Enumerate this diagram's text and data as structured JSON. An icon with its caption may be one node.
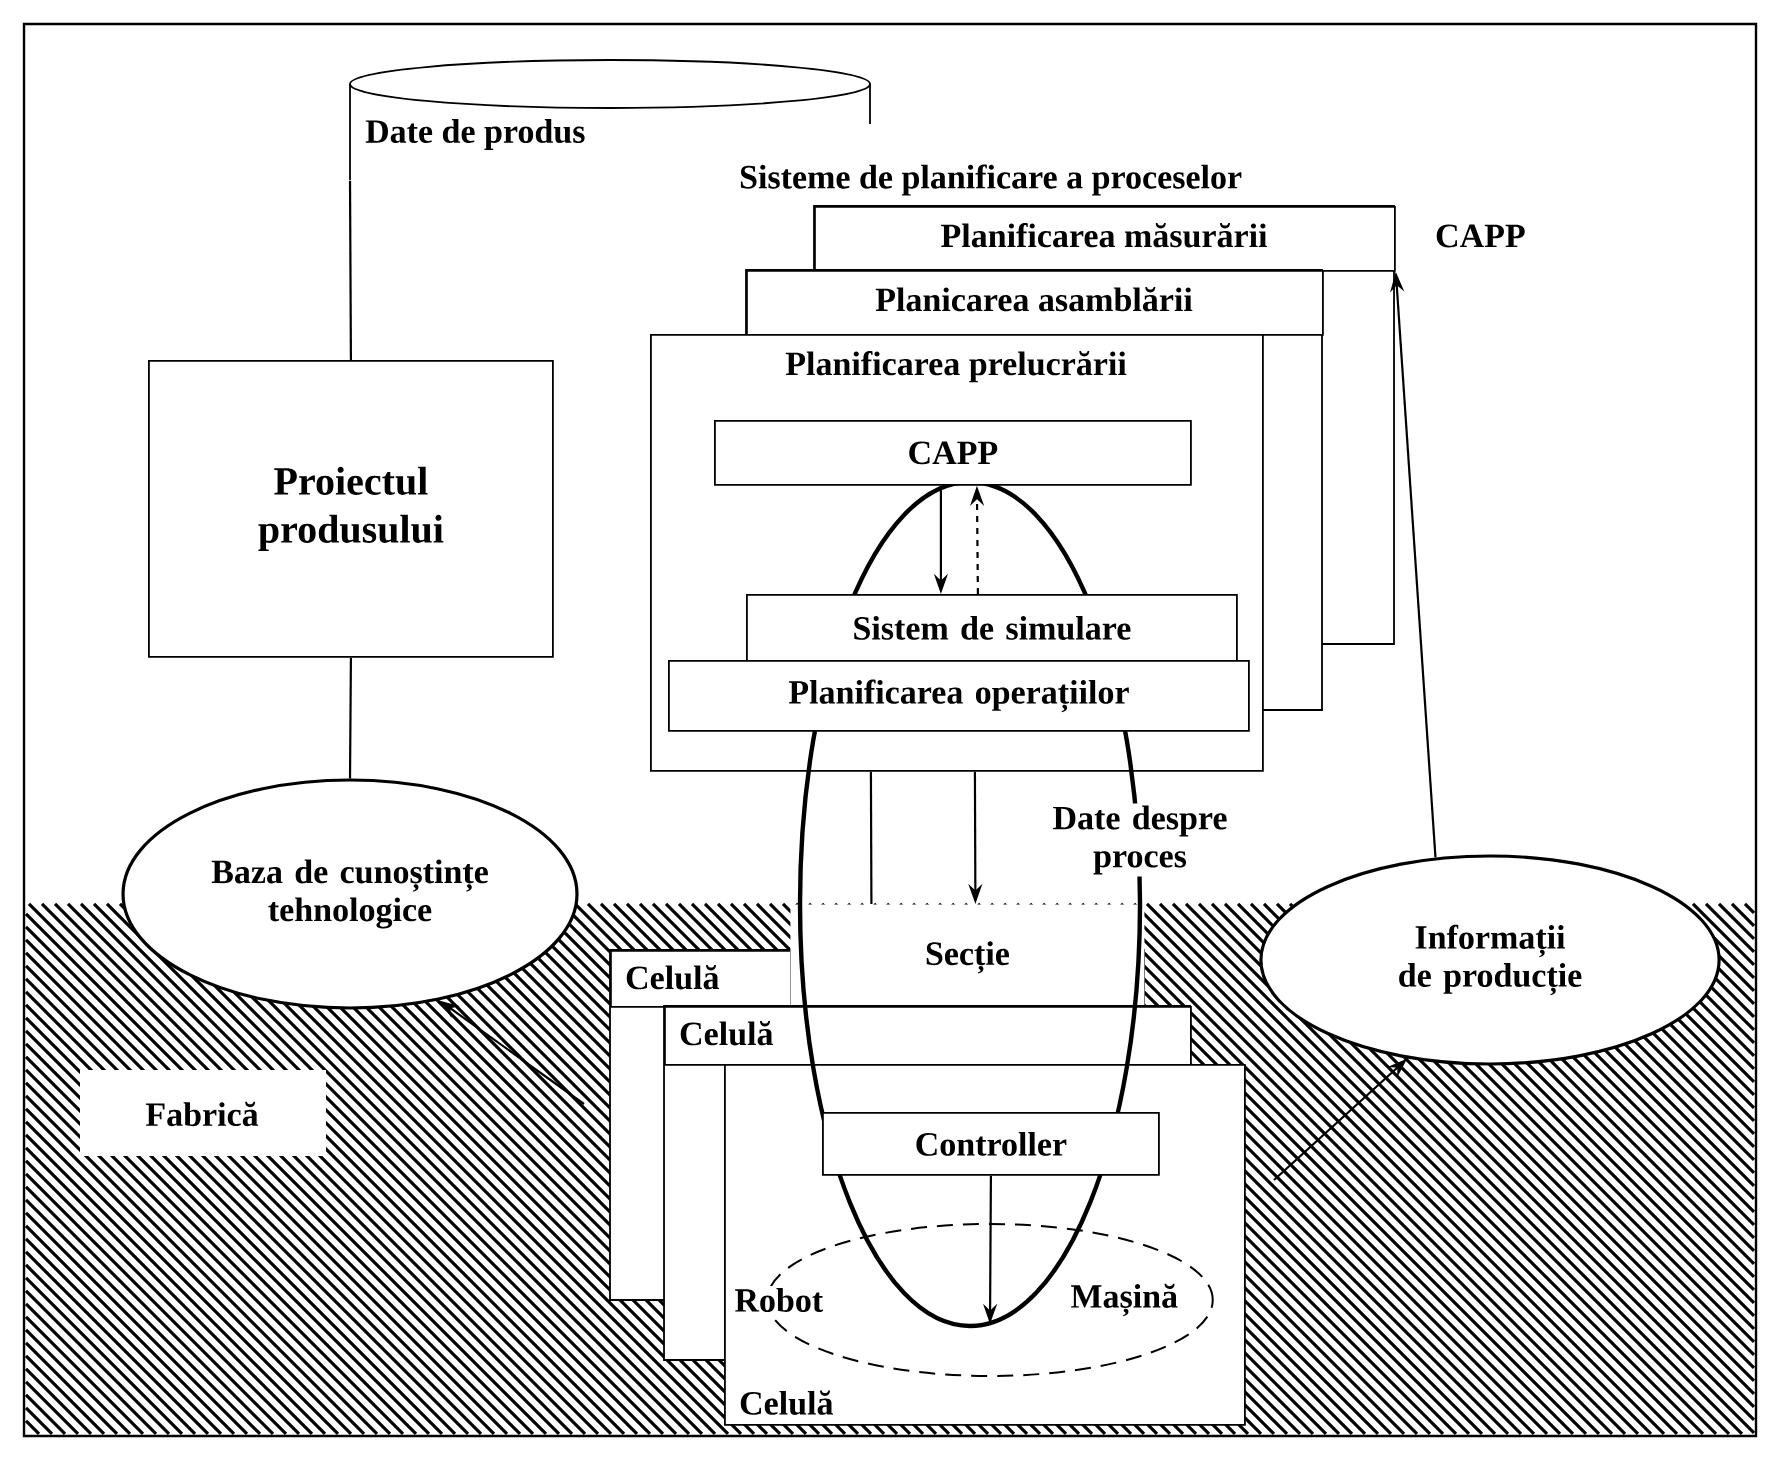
{
  "diagram": {
    "nodes": [
      {
        "text": [
          "Date de produs"
        ]
      },
      {
        "text": [
          "Proiectul produsului"
        ]
      },
      {
        "text": [
          "Baza de cunoștințe tehnologice"
        ]
      },
      {
        "text": [
          "Planificarea măsurării"
        ]
      },
      {
        "text": [
          "Planicarea asamblării"
        ]
      },
      {
        "text": [
          "Planificarea prelucrării"
        ]
      },
      {
        "text": [
          "CAPP"
        ],
        "in": 5
      },
      {
        "text": [
          "Sistem de simulare"
        ],
        "in": 5
      },
      {
        "text": [
          "Planificarea operațiilor"
        ],
        "in": 5
      },
      {
        "text": [
          "Celulă"
        ]
      },
      {
        "text": [
          "Secție"
        ]
      },
      {
        "text": [
          "Celulă"
        ]
      },
      {
        "text": [
          "Celulă"
        ]
      },
      {
        "text": [
          "Controller"
        ],
        "in": 12
      },
      {
        "text": [],
        "shape": "circle",
        "in": 12
      },
      {
        "text": [
          "Informații de producție"
        ]
      }
    ],
    "edges": [
      {
        "from": 0,
        "to": 1,
        "arrow": "none"
      },
      {
        "from": 1,
        "to": 2,
        "arrow": "none"
      },
      {
        "from": 6,
        "to": 7,
        "arrow": "to"
      },
      {
        "from": 7,
        "to": 6,
        "arrow": "to",
        "style": "dashed"
      },
      {
        "from": 5,
        "to": 10,
        "arrow": "to",
        "label": "Date despre proces"
      },
      {
        "from": 5,
        "to": 10,
        "arrow": "none"
      },
      {
        "from": null,
        "to": 2,
        "arrow": "to"
      },
      {
        "from": null,
        "to": 15,
        "arrow": "to"
      },
      {
        "from": 15,
        "to": 3,
        "arrow": "to"
      },
      {
        "from": 13,
        "to": 14,
        "arrow": "to"
      }
    ],
    "labels": [
      "Sisteme de planificare a proceselor",
      "CAPP",
      "Fabrică",
      "Robot",
      "Mașină"
    ]
  }
}
